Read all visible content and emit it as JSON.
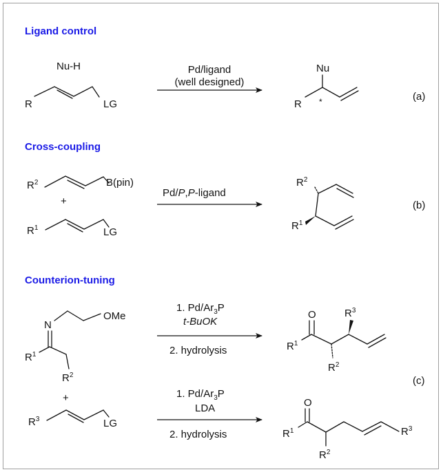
{
  "headers": {
    "a": "Ligand control",
    "b": "Cross-coupling",
    "c": "Counterion-tuning"
  },
  "reaction_a": {
    "reagent": "Nu-H",
    "substrate_r": "R",
    "substrate_lg": "LG",
    "condition_line1": "Pd/ligand",
    "condition_line2": "(well designed)",
    "product_nu": "Nu",
    "product_r": "R",
    "stereo_mark": "*",
    "label": "(a)"
  },
  "reaction_b": {
    "boronate_r": "R",
    "boronate_r_sup": "2",
    "boronate_group": "B(pin)",
    "plus": "+",
    "allyl_r": "R",
    "allyl_r_sup": "1",
    "allyl_lg": "LG",
    "condition_pre": "Pd/",
    "condition_p1": "P",
    "condition_comma": ",",
    "condition_p2": "P",
    "condition_post": "-ligand",
    "product_r2": "R",
    "product_r2_sup": "2",
    "product_r1": "R",
    "product_r1_sup": "1",
    "label": "(b)"
  },
  "reaction_c": {
    "imine_n": "N",
    "imine_ome": "OMe",
    "imine_r1": "R",
    "imine_r1_sup": "1",
    "imine_r2": "R",
    "imine_r2_sup": "2",
    "plus": "+",
    "allyl_r": "R",
    "allyl_r_sup": "3",
    "allyl_lg": "LG",
    "top_cond1_pre": "1. Pd/Ar",
    "top_cond1_sub": "3",
    "top_cond1_post": "P",
    "top_base": "t-BuOK",
    "top_cond2": "2. hydrolysis",
    "bottom_cond1_pre": "1. Pd/Ar",
    "bottom_cond1_sub": "3",
    "bottom_cond1_post": "P",
    "bottom_base": "LDA",
    "bottom_cond2": "2. hydrolysis",
    "top_product_o": "O",
    "top_product_r1": "R",
    "top_product_r1_sup": "1",
    "top_product_r2": "R",
    "top_product_r2_sup": "2",
    "top_product_r3": "R",
    "top_product_r3_sup": "3",
    "bottom_product_o": "O",
    "bottom_product_r1": "R",
    "bottom_product_r1_sup": "1",
    "bottom_product_r2": "R",
    "bottom_product_r2_sup": "2",
    "bottom_product_r3": "R",
    "bottom_product_r3_sup": "3",
    "label": "(c)"
  },
  "colors": {
    "header": "#1a1ae6",
    "tbuok": "#1a1ae6",
    "lda": "#e61a1a",
    "frame": "#9e9e9e"
  }
}
